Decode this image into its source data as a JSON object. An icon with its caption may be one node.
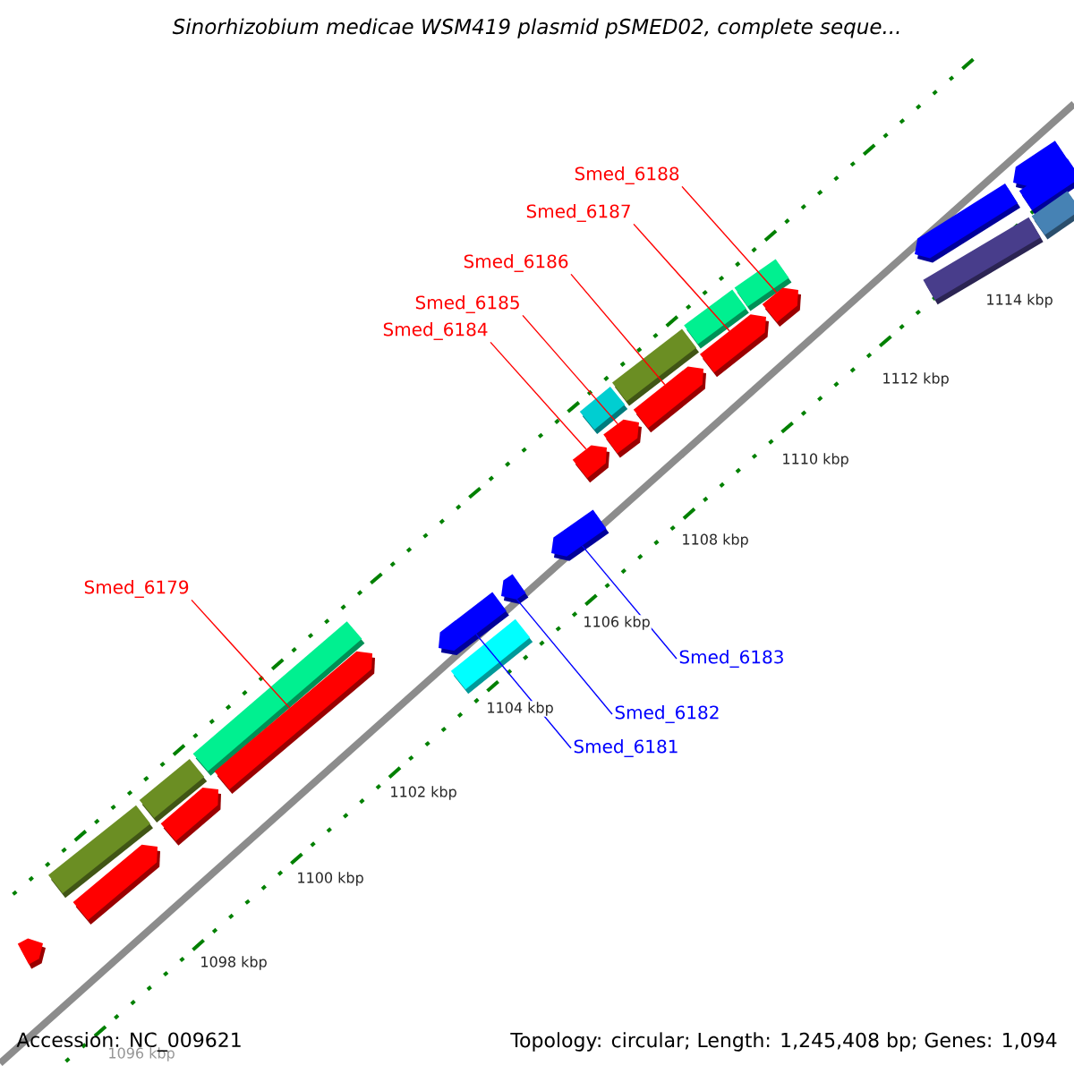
{
  "diagram": {
    "title": "Sinorhizobium medicae WSM419 plasmid pSMED02, complete seque...",
    "nodes": [
      {
        "text": [
          "Smed_6188"
        ]
      },
      {
        "text": [
          "Smed_6187"
        ]
      },
      {
        "text": [
          "Smed_6186"
        ]
      },
      {
        "text": [
          "Smed_6185"
        ]
      },
      {
        "text": [
          "Smed_6184"
        ]
      },
      {
        "text": [
          "Smed_6179"
        ]
      },
      {
        "text": [
          "Smed_6183"
        ]
      },
      {
        "text": [
          "Smed_6182"
        ]
      },
      {
        "text": [
          "Smed_6181"
        ]
      },
      {
        "text": [],
        "shape": "bar"
      },
      {
        "text": [],
        "shape": "bar"
      },
      {
        "text": [],
        "shape": "bar"
      },
      {
        "text": [],
        "shape": "bar"
      },
      {
        "text": [],
        "shape": "bar"
      },
      {
        "text": [],
        "shape": "bar"
      },
      {
        "text": [],
        "shape": "bar"
      },
      {
        "text": [],
        "shape": "bar"
      },
      {
        "text": [],
        "shape": "bar"
      },
      {
        "text": [],
        "shape": "bar"
      },
      {
        "text": [],
        "shape": "bar"
      },
      {
        "text": [],
        "shape": "bar"
      },
      {
        "text": [],
        "shape": "bar"
      },
      {
        "text": [],
        "shape": "bar"
      },
      {
        "text": [],
        "shape": "bar"
      },
      {
        "text": [],
        "shape": "bar"
      },
      {
        "text": [],
        "shape": "bar"
      },
      {
        "text": [],
        "shape": "bar"
      },
      {
        "text": [],
        "shape": "bar"
      },
      {
        "text": [],
        "shape": "bar"
      },
      {
        "text": [],
        "shape": "bar"
      },
      {
        "text": [],
        "shape": "bar"
      },
      {
        "text": [],
        "shape": "bar"
      },
      {
        "text": [],
        "shape": "bar"
      },
      {
        "text": [],
        "shape": "bar"
      }
    ],
    "edges": [
      {
        "from": 0,
        "to": 28,
        "arrow": "none"
      },
      {
        "from": 1,
        "to": 26,
        "arrow": "none"
      },
      {
        "from": 2,
        "to": 24,
        "arrow": "none"
      },
      {
        "from": 3,
        "to": 22,
        "arrow": "none"
      },
      {
        "from": 4,
        "to": 20,
        "arrow": "none"
      },
      {
        "from": 5,
        "to": 15,
        "arrow": "none"
      },
      {
        "from": 6,
        "to": 19,
        "arrow": "none",
        "color": "#0000ff"
      },
      {
        "from": 7,
        "to": 18,
        "arrow": "none",
        "color": "#0000ff"
      },
      {
        "from": 8,
        "to": 16,
        "arrow": "none",
        "color": "#0000ff"
      }
    ],
    "labels": [
      "1114 kbp",
      "1112 kbp",
      "1110 kbp",
      "1108 kbp",
      "1106 kbp",
      "1104 kbp",
      "1102 kbp",
      "1100 kbp",
      "1098 kbp",
      "1096 kbp",
      "Accession: NC_009621",
      "Topology: circular; Length: 1,245,408 bp; Genes: 1,094"
    ]
  }
}
